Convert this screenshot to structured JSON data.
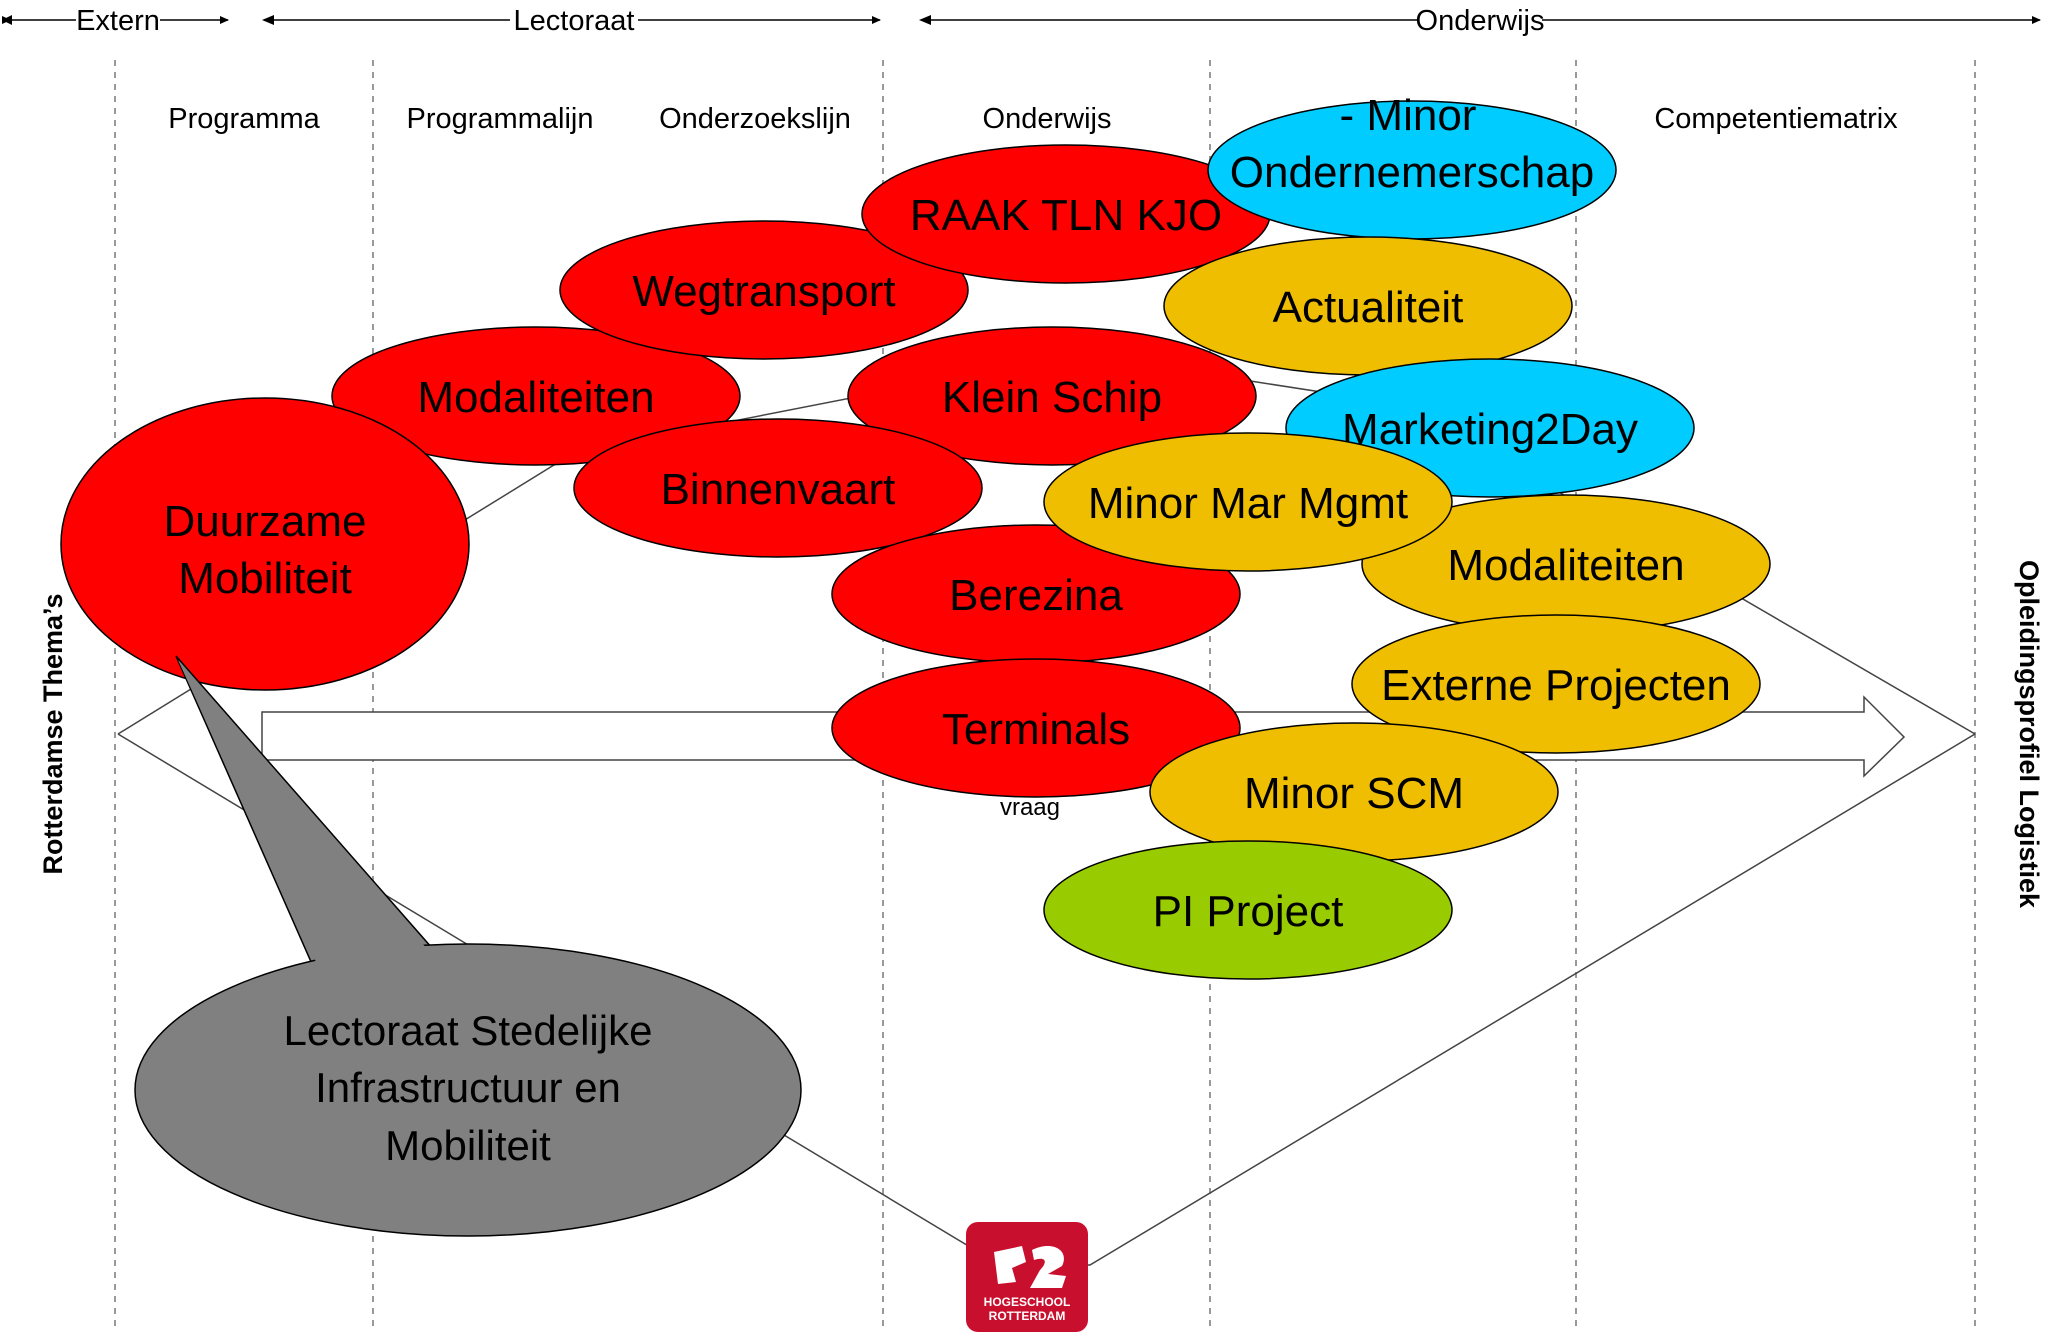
{
  "header": {
    "extern": "Extern",
    "lectoraat": "Lectoraat",
    "onderwijs": "Onderwijs"
  },
  "columns": [
    "Programma",
    "Programmalijn",
    "Onderzoekslijn",
    "Onderwijs",
    "Competentiematrix"
  ],
  "side_labels": {
    "left": "Rotterdamse Thema’s",
    "right": "Opleidingsprofiel Logistiek"
  },
  "arrow_label": "vraag",
  "colors": {
    "red": "#ff0000",
    "orange": "#f0be00",
    "cyan": "#00ccff",
    "green": "#99cc00",
    "gray": "#808080",
    "logo": "#c8102e"
  },
  "nodes": {
    "duurzame": [
      "Duurzame",
      "Mobiliteit"
    ],
    "modaliteiten_red": "Modaliteiten",
    "wegtransport": "Wegtransport",
    "raak": "RAAK TLN KJO",
    "binnenvaart": "Binnenvaart",
    "klein_schip": "Klein Schip",
    "berezina": "Berezina",
    "terminals": "Terminals",
    "minor_ondernemerschap": [
      "- Minor",
      "Ondernemerschap"
    ],
    "actualiteit": "Actualiteit",
    "marketing2day": "Marketing2Day",
    "minor_mar_mgmt": "Minor Mar Mgmt",
    "modaliteiten_orange": "Modaliteiten",
    "externe_projecten": "Externe Projecten",
    "minor_scm": "Minor SCM",
    "pi_project": "PI Project"
  },
  "callout": [
    "Lectoraat Stedelijke",
    "Infrastructuur en",
    "Mobiliteit"
  ],
  "logo": {
    "line1": "HOGESCHOOL",
    "line2": "ROTTERDAM"
  }
}
